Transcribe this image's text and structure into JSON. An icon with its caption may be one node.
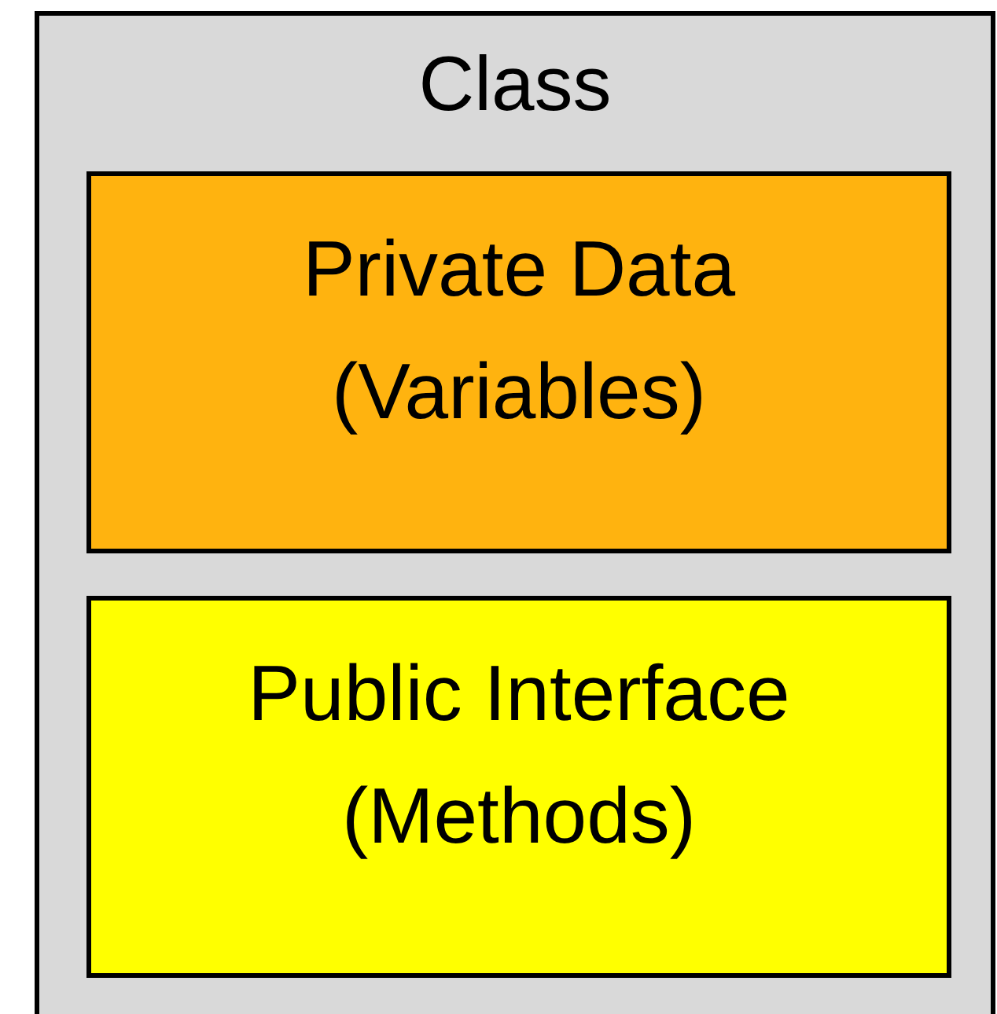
{
  "diagram": {
    "nodes": [
      {
        "text": [
          "Class"
        ]
      },
      {
        "text": [
          "Private Data (Variables)"
        ],
        "in": 0
      },
      {
        "text": [
          "Public Interface (Methods)"
        ],
        "in": 0
      }
    ]
  }
}
